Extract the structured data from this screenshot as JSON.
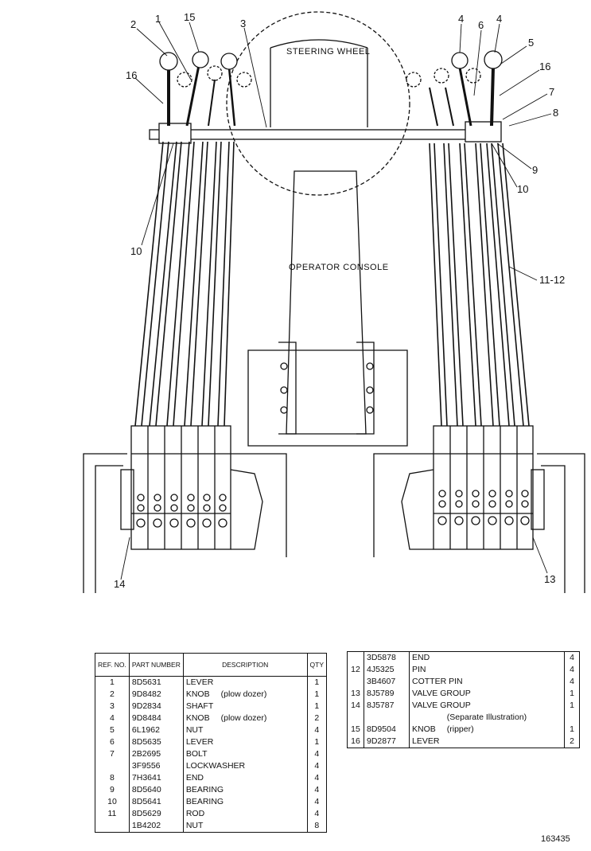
{
  "drawing": {
    "labels": {
      "steering_wheel": "STEERING WHEEL",
      "operator_console": "OPERATOR CONSOLE"
    },
    "callouts": [
      "2",
      "1",
      "15",
      "3",
      "16",
      "10",
      "4",
      "6",
      "4",
      "5",
      "16",
      "7",
      "8",
      "9",
      "10",
      "11-12",
      "14",
      "13"
    ]
  },
  "parts_table_left": {
    "headers": {
      "ref": "REF. NO.",
      "part": "PART NUMBER",
      "desc": "DESCRIPTION",
      "qty": "QTY"
    },
    "rows": [
      {
        "ref": "1",
        "part": "8D5631",
        "desc": "LEVER",
        "qty": "1"
      },
      {
        "ref": "2",
        "part": "9D8482",
        "desc": "KNOB",
        "note": "(plow dozer)",
        "qty": "1"
      },
      {
        "ref": "3",
        "part": "9D2834",
        "desc": "SHAFT",
        "qty": "1"
      },
      {
        "ref": "4",
        "part": "9D8484",
        "desc": "KNOB",
        "note": "(plow dozer)",
        "qty": "2"
      },
      {
        "ref": "5",
        "part": "6L1962",
        "desc": "NUT",
        "qty": "4"
      },
      {
        "ref": "6",
        "part": "8D5635",
        "desc": "LEVER",
        "qty": "1"
      },
      {
        "ref": "7",
        "part": "2B2695",
        "desc": "BOLT",
        "qty": "4"
      },
      {
        "ref": "",
        "part": "3F9556",
        "desc": "LOCKWASHER",
        "qty": "4"
      },
      {
        "ref": "8",
        "part": "7H3641",
        "desc": "END",
        "qty": "4"
      },
      {
        "ref": "9",
        "part": "8D5640",
        "desc": "BEARING",
        "qty": "4"
      },
      {
        "ref": "10",
        "part": "8D5641",
        "desc": "BEARING",
        "qty": "4"
      },
      {
        "ref": "11",
        "part": "8D5629",
        "desc": "ROD",
        "qty": "4"
      },
      {
        "ref": "",
        "part": "1B4202",
        "desc": "NUT",
        "qty": "8"
      }
    ]
  },
  "parts_table_right": {
    "rows": [
      {
        "ref": "",
        "part": "3D5878",
        "desc": "END",
        "qty": "4"
      },
      {
        "ref": "12",
        "part": "4J5325",
        "desc": "PIN",
        "qty": "4"
      },
      {
        "ref": "",
        "part": "3B4607",
        "desc": "COTTER PIN",
        "qty": "4"
      },
      {
        "ref": "13",
        "part": "8J5789",
        "desc": "VALVE GROUP",
        "qty": "1"
      },
      {
        "ref": "14",
        "part": "8J5787",
        "desc": "VALVE GROUP",
        "qty": "1"
      },
      {
        "ref": "",
        "part": "",
        "desc": "(Separate Illustration)",
        "qty": ""
      },
      {
        "ref": "15",
        "part": "8D9504",
        "desc": "KNOB",
        "note": "(ripper)",
        "qty": "1"
      },
      {
        "ref": "16",
        "part": "9D2877",
        "desc": "LEVER",
        "qty": "2"
      }
    ]
  },
  "figure_number": "163435"
}
